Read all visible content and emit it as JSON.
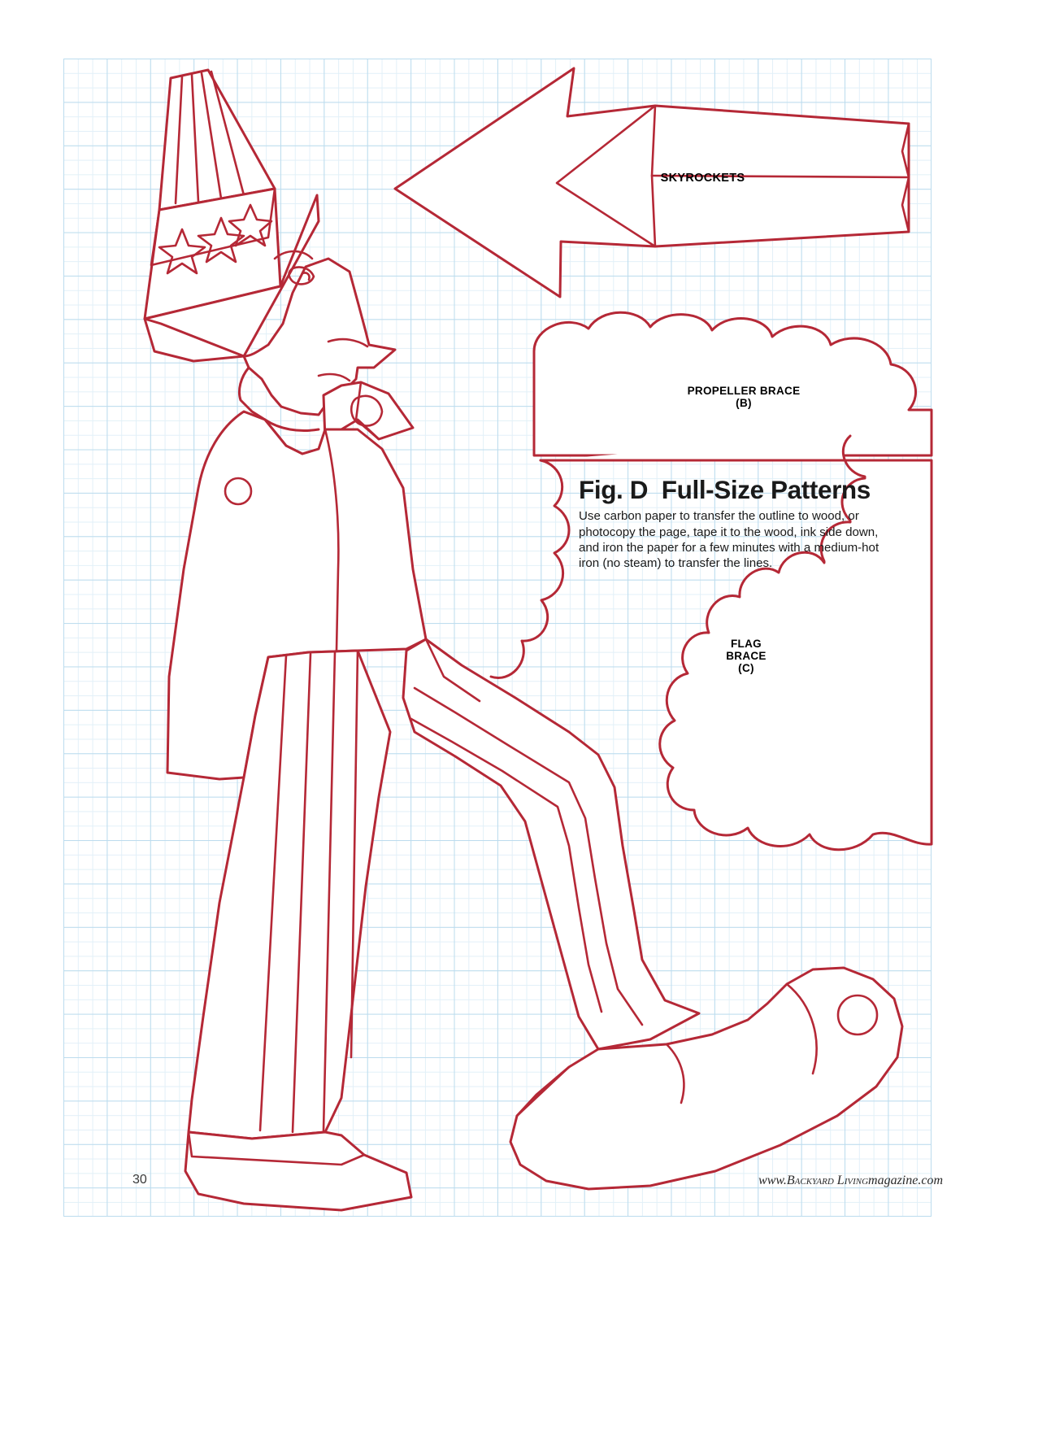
{
  "page": {
    "number": "30",
    "background_color": "#ffffff",
    "grid_color": "#bcdcee",
    "pattern_line_color": "#b52836"
  },
  "labels": {
    "skyrockets": "SKYROCKETS",
    "propeller_brace": "PROPELLER BRACE\n(B)",
    "flag_brace": "FLAG\nBRACE\n(C)"
  },
  "caption": {
    "title": "Fig. D  Full-Size Patterns",
    "body": "Use carbon paper to transfer the outline to wood, or photocopy the page, tape it to the wood, ink side down, and iron the paper for a few minutes with a medium-hot iron (no steam) to transfer the lines."
  },
  "footer": {
    "url_prefix": "www.",
    "url_smallcaps": "Backyard Living",
    "url_suffix": "magazine.com",
    "url_full": "www.BackyardLivingmagazine.com"
  }
}
